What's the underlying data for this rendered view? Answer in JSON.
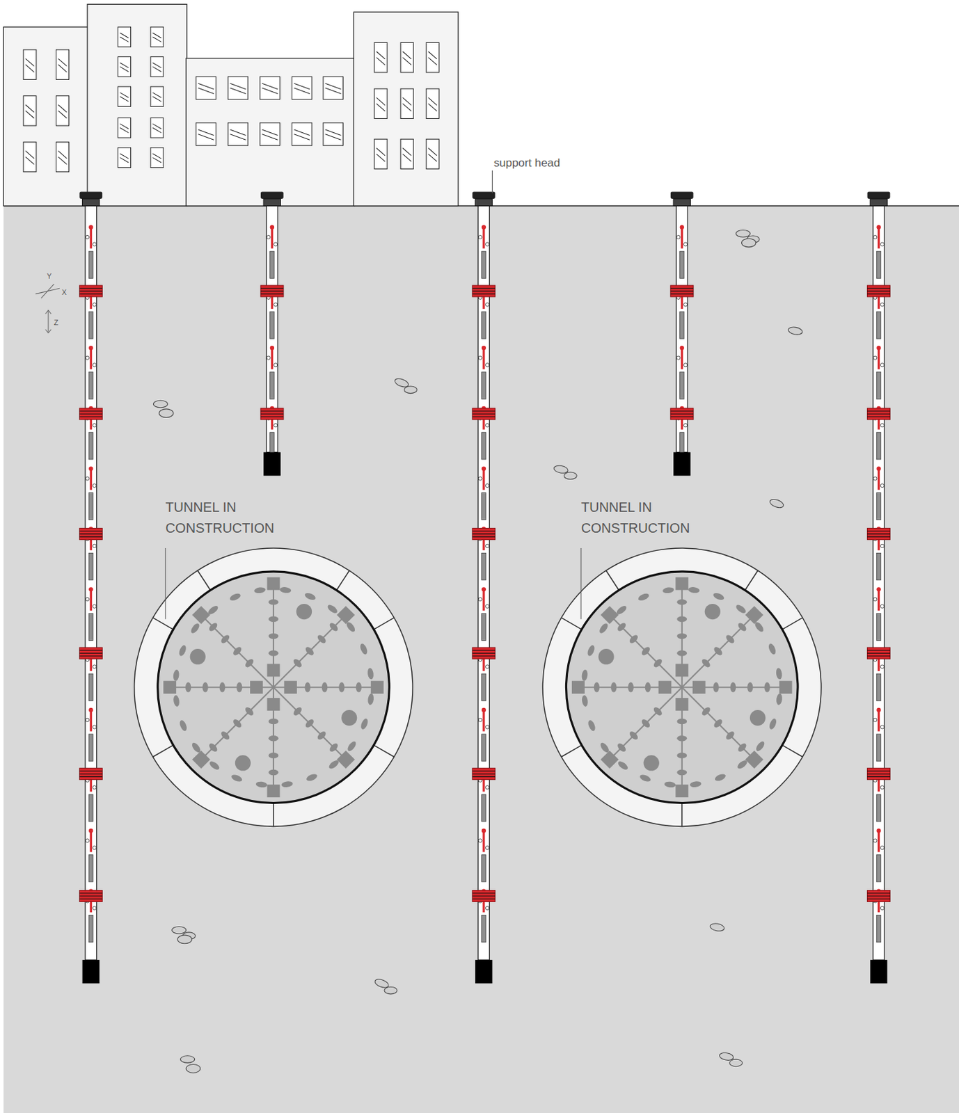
{
  "diagram": {
    "labels": [
      "support head",
      "TUNNEL IN CONSTRUCTION",
      "TUNNEL IN CONSTRUCTION",
      "Y",
      "X",
      "Z"
    ]
  }
}
